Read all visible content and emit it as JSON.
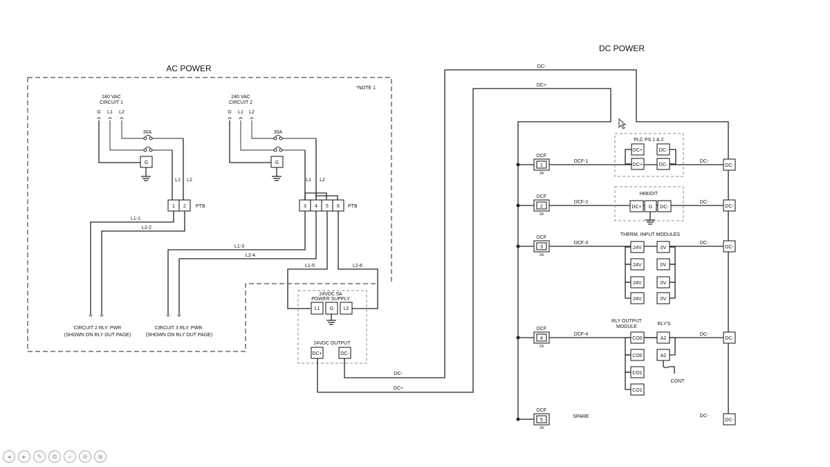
{
  "ac": {
    "title": "AC POWER",
    "note": "*NOTE 1",
    "c1": {
      "line1": "240 VAC",
      "line2": "CIRCUIT 1",
      "g": "G",
      "l1": "L1",
      "l2": "L2",
      "breaker": "30A",
      "gnd": "G",
      "wl1": "L1",
      "wl2": "L2"
    },
    "c2": {
      "line1": "240 VAC",
      "line2": "CIRCUIT 2",
      "g": "G",
      "l1": "L1",
      "l2": "L2",
      "breaker": "30A",
      "gnd": "G",
      "wl1": "L1",
      "wl2": "L2"
    },
    "ptb_label": "PTB",
    "ptb1": [
      "1",
      "2"
    ],
    "ptb2": [
      "3",
      "4",
      "5",
      "6"
    ],
    "wires": {
      "l1_1": "L1-1",
      "l2_2": "L2-2",
      "l1_3": "L1-3",
      "l2_4": "L2-4",
      "l1_5": "L1-5",
      "l2_6": "L2-6"
    },
    "out2": {
      "line1": "CIRCUIT 2 RLY. PWR",
      "line2": "(SHOWN ON RLY OUT PAGE)"
    },
    "out3": {
      "line1": "CIRCUIT 3 RLY. PWR.",
      "line2": "(SHOWN ON RLY OUT PAGE)"
    },
    "psu": {
      "line1": "24VDC 5A",
      "line2": "POWER SUPPLY",
      "t1": "L1",
      "t2": "G",
      "t3": "L2",
      "out": "24VDC OUTPUT",
      "dcp": "DC+",
      "dcm": "DC-"
    },
    "bottom_dcm": "DC-",
    "bottom_dcp": "DC+"
  },
  "dc": {
    "title": "DC POWER",
    "top_dcm": "DC-",
    "top_dcp": "DC+",
    "fuses": [
      {
        "label": "DCF",
        "num": "1",
        "amp": "2A",
        "wire": "DCF-1",
        "right": "DC-"
      },
      {
        "label": "DCF",
        "num": "2",
        "amp": "2A",
        "wire": "DCF-2",
        "right": "DC-"
      },
      {
        "label": "DCF",
        "num": "3",
        "amp": "2A",
        "wire": "DCF-3",
        "right": "DC-"
      },
      {
        "label": "DCF",
        "num": "4",
        "amp": "2A",
        "wire": "DCF-4",
        "right": "DC-"
      },
      {
        "label": "DCF",
        "num": "5",
        "amp": "2A",
        "wire": "SPARE",
        "right": "DC-"
      }
    ],
    "plc": {
      "title": "PLC PS 1 & 2",
      "a": "DC+",
      "b": "DC-",
      "c": "DC+",
      "d": "DC-"
    },
    "hmi": {
      "title": "HMI/OIT",
      "a": "DC+",
      "b": "DC-"
    },
    "therm": {
      "title": "THERM. INPUT MODULES",
      "p": [
        "24V",
        "24V",
        "24V",
        "24V"
      ],
      "n": [
        "0V",
        "0V",
        "0V",
        "0V"
      ]
    },
    "rly": {
      "title1": "RLY OUTPUT",
      "title2": "MODULE",
      "rtitle": "RLY'S",
      "c": [
        "CO0",
        "CO0",
        "CO1",
        "CO1"
      ],
      "a": [
        "A2",
        "A2"
      ],
      "cont": "CONT."
    }
  },
  "toolbar": [
    "◂",
    "▸",
    "✎",
    "⧉",
    "⌕",
    "⊖",
    "⊕"
  ]
}
